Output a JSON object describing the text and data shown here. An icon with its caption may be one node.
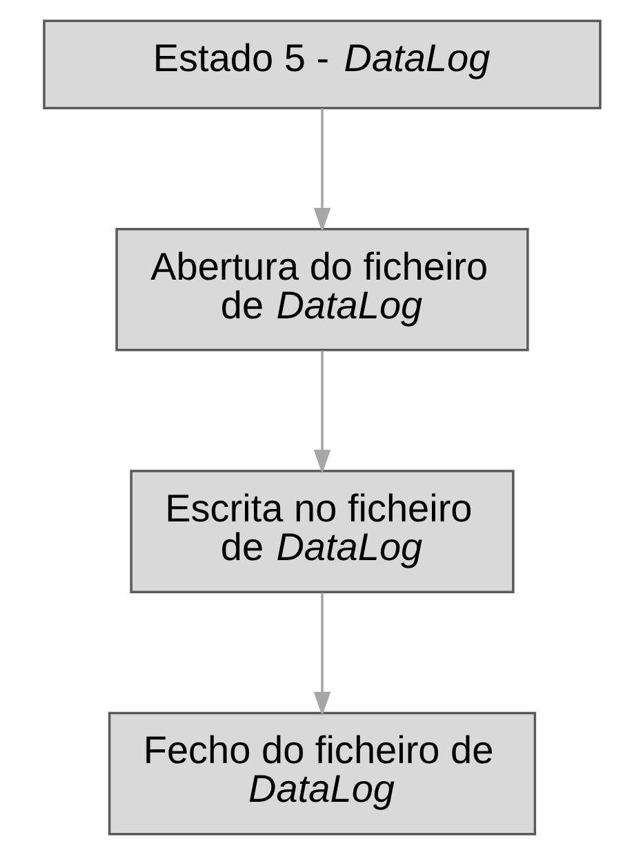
{
  "diagram": {
    "nodes": [
      {
        "text": [
          "Estado 5 - *DataLog*"
        ]
      },
      {
        "text": [
          "Abertura do ficheiro de *DataLog*"
        ]
      },
      {
        "text": [
          "Escrita no ficheiro de *DataLog*"
        ]
      },
      {
        "text": [
          "Fecho do ficheiro de *DataLog*"
        ]
      }
    ],
    "edges": [
      {
        "from": 0,
        "to": 1,
        "arrow": "to"
      },
      {
        "from": 1,
        "to": 2,
        "arrow": "to"
      },
      {
        "from": 2,
        "to": 3,
        "arrow": "to"
      }
    ]
  }
}
